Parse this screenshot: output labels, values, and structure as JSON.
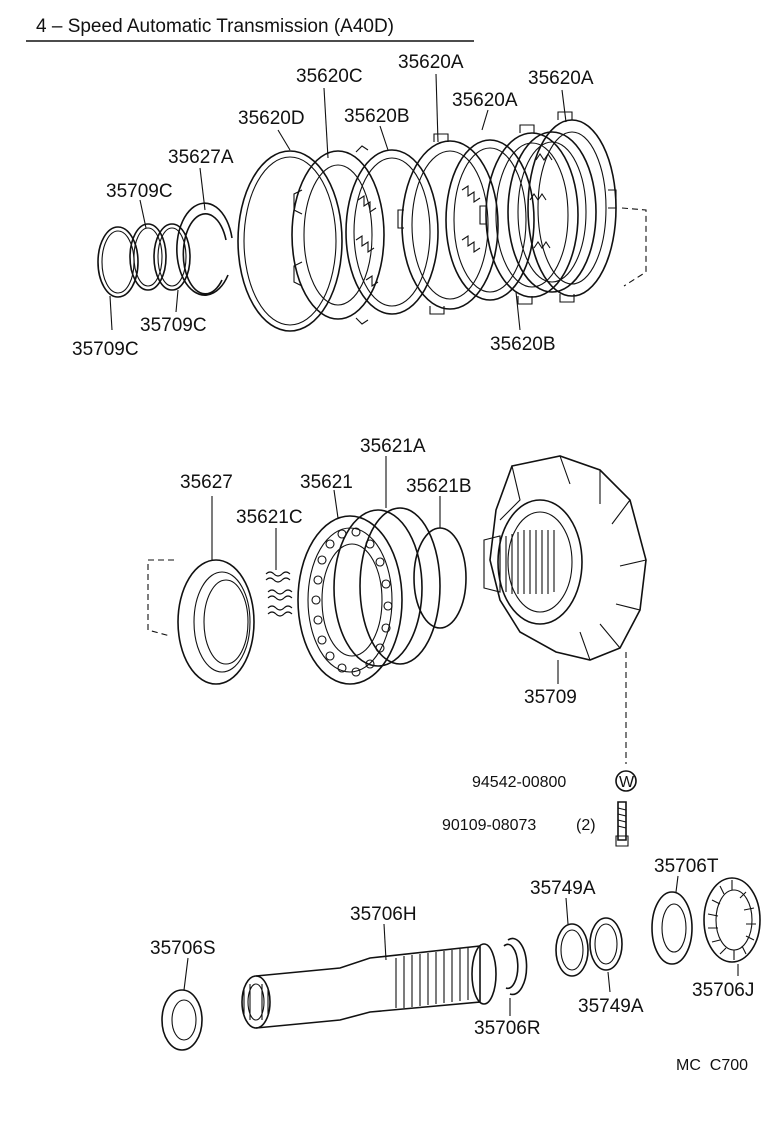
{
  "title": "4 – Speed Automatic Transmission (A40D)",
  "footer_code": "MC  C700",
  "washer_symbol": "W",
  "labels": {
    "p35620C": "35620C",
    "p35620A_top": "35620A",
    "p35620A_right": "35620A",
    "p35620A_mid": "35620A",
    "p35620D": "35620D",
    "p35620B_top": "35620B",
    "p35627A": "35627A",
    "p35709C_top": "35709C",
    "p35709C_mid": "35709C",
    "p35709C_bot": "35709C",
    "p35620B_bot": "35620B",
    "p35621A": "35621A",
    "p35627": "35627",
    "p35621": "35621",
    "p35621B": "35621B",
    "p35621C": "35621C",
    "p35709": "35709",
    "p94542": "94542-00800",
    "p90109": "90109-08073",
    "p90109_qty": "(2)",
    "p35706T": "35706T",
    "p35749A_top": "35749A",
    "p35706H": "35706H",
    "p35706S": "35706S",
    "p35706J": "35706J",
    "p35706R": "35706R",
    "p35749A_bot": "35749A"
  }
}
